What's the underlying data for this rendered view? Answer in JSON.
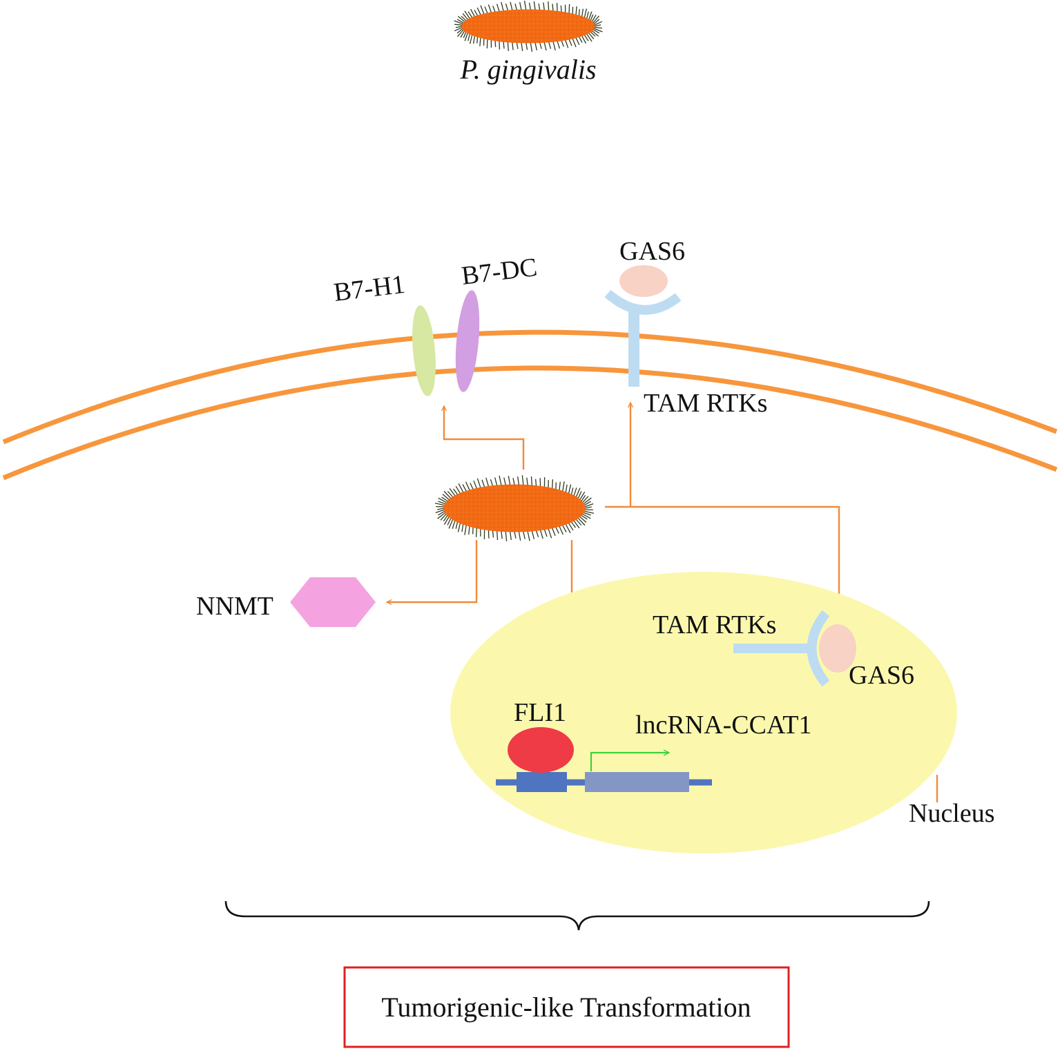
{
  "labels": {
    "bacterium": "P. gingivalis",
    "b7h1": "B7-H1",
    "b7dc": "B7-DC",
    "gas6_top": "GAS6",
    "tam_top": "TAM RTKs",
    "nnmt": "NNMT",
    "tam_nucleus": "TAM RTKs",
    "gas6_nucleus": "GAS6",
    "fli1": "FLI1",
    "lncrna": "lncRNA-CCAT1",
    "nucleus": "Nucleus",
    "outcome": "Tumorigenic-like Transformation"
  },
  "colors": {
    "membrane": "#F7963C",
    "arrow": "#F08A3A",
    "bacterium_fill": "#F26A14",
    "bacterium_pili": "#2E3A1E",
    "b7h1": "#D6E8A2",
    "b7dc": "#D29FE2",
    "receptor": "#BDDCF2",
    "gas6": "#F8D2C4",
    "nnmt": "#F4A3E0",
    "nucleus": "#FBF8AE",
    "fli1": "#EE3B45",
    "dna_dark": "#4F74C0",
    "dna_light": "#8496C6",
    "transcription_arrow": "#3AD23A",
    "outcome_border": "#E02020"
  }
}
